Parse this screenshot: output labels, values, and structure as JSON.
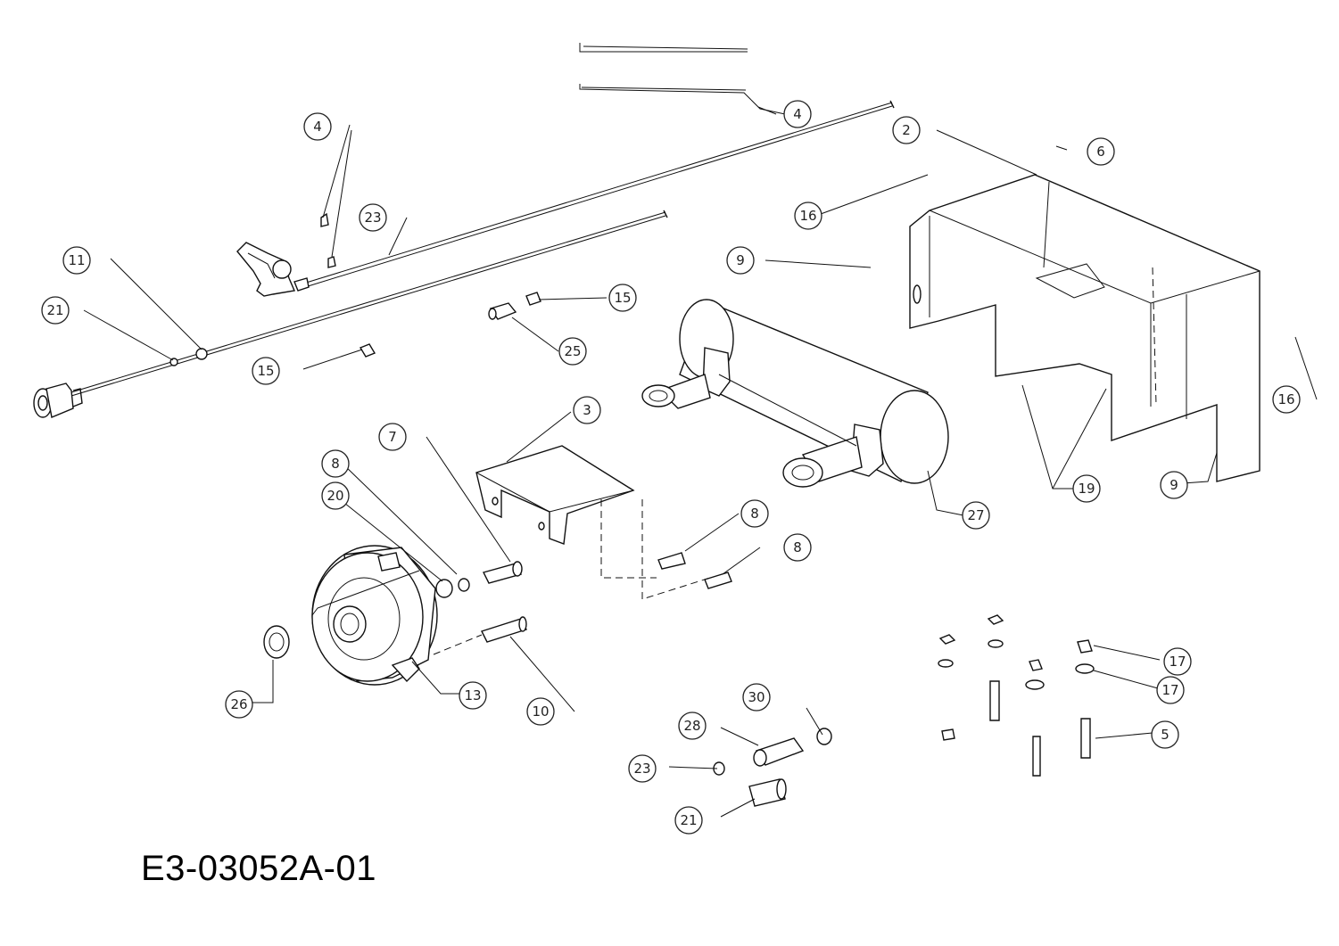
{
  "diagram_code": "E3-03052A-01",
  "callouts": [
    {
      "id": "c-4a",
      "label": "4"
    },
    {
      "id": "c-4b",
      "label": "4"
    },
    {
      "id": "c-2",
      "label": "2"
    },
    {
      "id": "c-6",
      "label": "6"
    },
    {
      "id": "c-16a",
      "label": "16"
    },
    {
      "id": "c-9a",
      "label": "9"
    },
    {
      "id": "c-23a",
      "label": "23"
    },
    {
      "id": "c-11",
      "label": "11"
    },
    {
      "id": "c-21a",
      "label": "21"
    },
    {
      "id": "c-15a",
      "label": "15"
    },
    {
      "id": "c-15b",
      "label": "15"
    },
    {
      "id": "c-25",
      "label": "25"
    },
    {
      "id": "c-3",
      "label": "3"
    },
    {
      "id": "c-7",
      "label": "7"
    },
    {
      "id": "c-8a",
      "label": "8"
    },
    {
      "id": "c-20",
      "label": "20"
    },
    {
      "id": "c-8b",
      "label": "8"
    },
    {
      "id": "c-8c",
      "label": "8"
    },
    {
      "id": "c-27",
      "label": "27"
    },
    {
      "id": "c-19",
      "label": "19"
    },
    {
      "id": "c-9b",
      "label": "9"
    },
    {
      "id": "c-16b",
      "label": "16"
    },
    {
      "id": "c-26",
      "label": "26"
    },
    {
      "id": "c-13",
      "label": "13"
    },
    {
      "id": "c-10",
      "label": "10"
    },
    {
      "id": "c-30",
      "label": "30"
    },
    {
      "id": "c-28",
      "label": "28"
    },
    {
      "id": "c-23b",
      "label": "23"
    },
    {
      "id": "c-21b",
      "label": "21"
    },
    {
      "id": "c-17a",
      "label": "17"
    },
    {
      "id": "c-17b",
      "label": "17"
    },
    {
      "id": "c-5",
      "label": "5"
    }
  ]
}
